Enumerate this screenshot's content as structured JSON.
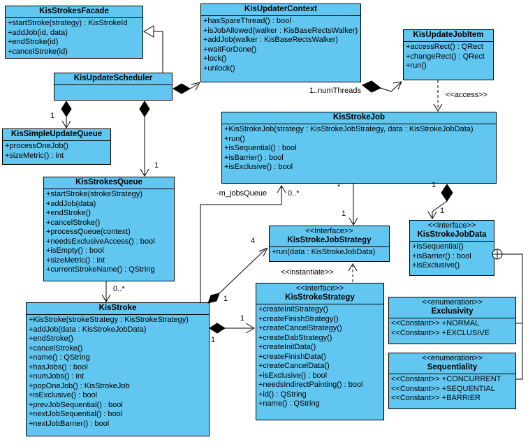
{
  "diagram": {
    "type": "uml-class-diagram",
    "colors": {
      "box_fill": "#61C6F0",
      "box_border": "#000000",
      "background": "#FFFFFF"
    }
  },
  "classes": {
    "facade": {
      "name": "KisStrokesFacade",
      "members": [
        "+startStroke(strategy) : KisStrokeId",
        "+addJob(id, data)",
        "+endStroke(id)",
        "+cancelStroke(id)"
      ]
    },
    "scheduler": {
      "name": "KisUpdateScheduler",
      "members": []
    },
    "context": {
      "name": "KisUpdaterContext",
      "members": [
        "+hasSpareThread() : bool",
        "+isJobAllowed(walker : KisBaseRectsWalker)",
        "+addJob(walker : KisBaseRectsWalker)",
        "+waitForDone()",
        "+lock()",
        "+unlock()"
      ]
    },
    "jobitem": {
      "name": "KisUpdateJobItem",
      "members": [
        "+accessRect() : QRect",
        "+changeRect() : QRect",
        "+run()"
      ]
    },
    "simplequeue": {
      "name": "KisSimpleUpdateQueue",
      "members": [
        "+processOneJob()",
        "+sizeMetric() : int"
      ]
    },
    "strokesqueue": {
      "name": "KisStrokesQueue",
      "members": [
        "+startStroke(strokeStrategy)",
        "+addJob(data)",
        "+endStroke()",
        "+cancelStroke()",
        "+processQueue(context)",
        "+needsExclusiveAccess() : bool",
        "+isEmpty() : bool",
        "+sizeMetric() : int",
        "+currentStrokeName() : QString"
      ]
    },
    "strokejob": {
      "name": "KisStrokeJob",
      "members": [
        "+KisStrokeJob(strategy : KisStrokeJobStrategy, data : KisStrokeJobData)",
        "+run()",
        "+isSequential() : bool",
        "+isBarrier() : bool",
        "+isExclusive() : bool"
      ]
    },
    "jobstrategy": {
      "stereotype": "<<Interface>>",
      "name": "KisStrokeJobStrategy",
      "members": [
        "+run(data : KisStrokeJobData)"
      ]
    },
    "jobdata": {
      "stereotype": "<<Interface>>",
      "name": "KisStrokeJobData",
      "members": [
        "+isSequential()",
        "+isBarrier() : bool",
        "+isExclusive()"
      ]
    },
    "stroke": {
      "name": "KisStroke",
      "members": [
        "+KisStroke(strokeStrategy : KisStrokeStrategy)",
        "+addJob(data : KisStrokeJobData)",
        "+endStroke()",
        "+cancelStroke()",
        "+name() : QString",
        "+hasJobs() : bool",
        "+numJobs() : int",
        "+popOneJob() : KisStrokeJob",
        "+isExclusive() : bool",
        "+prevJobSequential() : bool",
        "+nextJobSequential() : bool",
        "+nextJobBarrier() : bool"
      ]
    },
    "strokestrategy": {
      "stereotype": "<<Interface>>",
      "name": "KisStrokeStrategy",
      "members": [
        "+createInitStrategy()",
        "+createFinishStrategy()",
        "+createCancelStrategy()",
        "+createDabStrategy()",
        "+createInitData()",
        "+createFinishData()",
        "+createCancelData()",
        "+isExclusive() : bool",
        "+needsIndirectPainting() : bool",
        "+id() : QString",
        "+name() : QString"
      ]
    },
    "exclusivity": {
      "stereotype": "<<enumeration>>",
      "name": "Exclusivity",
      "members": [
        "<<Constant>> +NORMAL",
        "<<Constant>> +EXCLUSIVE"
      ]
    },
    "sequentiality": {
      "stereotype": "<<enumeration>>",
      "name": "Sequentiality",
      "members": [
        "<<Constant>> +CONCURRENT",
        "<<Constant>> +SEQUENTIAL",
        "<<Constant>> +BARRIER"
      ]
    }
  },
  "edge_labels": {
    "scheduler_simplequeue_mult": "1",
    "scheduler_strokesqueue_mult": "1",
    "context_jobitem_mult": "1..numThreads",
    "access_stereotype": "<<access>>",
    "jobsqueue_role": "-m_jobsQueue",
    "jobsqueue_mult": "0..*",
    "strokesqueue_stroke_mult": "0..*",
    "strokejob_jobstrategy_mult_src": "*",
    "strokejob_jobstrategy_mult_dst": "1",
    "strokejob_jobdata_mult_src": "1",
    "strokejob_jobdata_mult_dst": "1",
    "stroke_jobstrategy_mult": "4",
    "stroke_jobstrategy_diamond_mult": "1",
    "stroke_strokestrategy_mult_dst": "1",
    "stroke_strokestrategy_mult_src": "1",
    "instantiate_stereotype": "<<instantiate>>"
  }
}
